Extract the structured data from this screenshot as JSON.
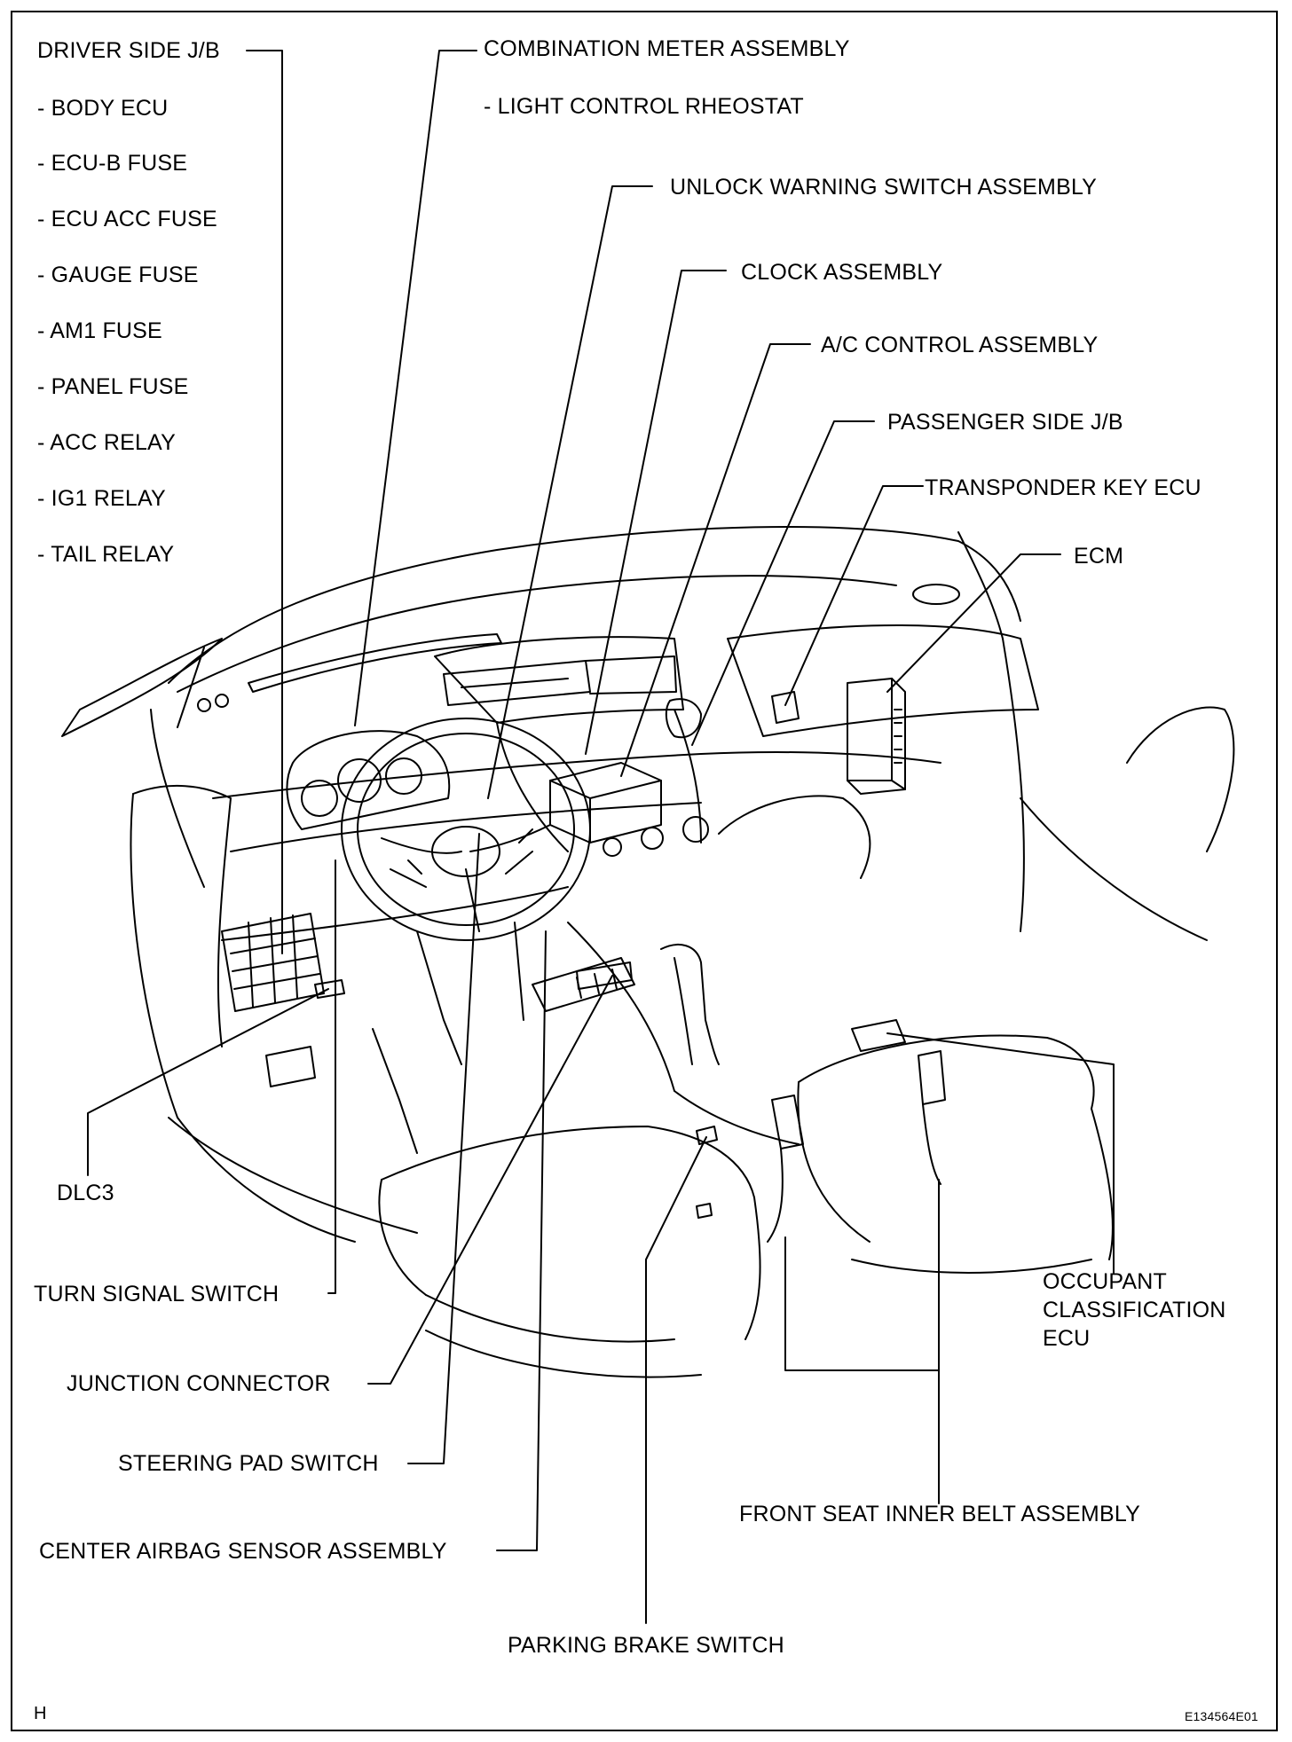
{
  "labels": {
    "driver_jb": "DRIVER SIDE J/B",
    "body_ecu": "- BODY ECU",
    "ecu_b_fuse": "- ECU-B FUSE",
    "ecu_acc_fuse": "- ECU ACC FUSE",
    "gauge_fuse": "- GAUGE FUSE",
    "am1_fuse": "- AM1 FUSE",
    "panel_fuse": "- PANEL FUSE",
    "acc_relay": "- ACC RELAY",
    "ig1_relay": "- IG1 RELAY",
    "tail_relay": "- TAIL RELAY",
    "combination_meter": "COMBINATION METER ASSEMBLY",
    "light_control": "- LIGHT CONTROL RHEOSTAT",
    "unlock_warning": "UNLOCK WARNING SWITCH ASSEMBLY",
    "clock": "CLOCK ASSEMBLY",
    "ac_control": "A/C CONTROL ASSEMBLY",
    "passenger_jb": "PASSENGER SIDE J/B",
    "transponder": "TRANSPONDER KEY ECU",
    "ecm": "ECM",
    "dlc3": "DLC3",
    "turn_signal": "TURN SIGNAL SWITCH",
    "junction_connector": "JUNCTION CONNECTOR",
    "steering_pad": "STEERING PAD SWITCH",
    "center_airbag": "CENTER AIRBAG SENSOR ASSEMBLY",
    "occupant_line1": "OCCUPANT",
    "occupant_line2": "CLASSIFICATION",
    "occupant_line3": "ECU",
    "front_seat_belt": "FRONT SEAT INNER BELT ASSEMBLY",
    "parking_brake": "PARKING BRAKE SWITCH"
  },
  "footer": {
    "left_code": "H",
    "figure_id": "E134564E01"
  }
}
